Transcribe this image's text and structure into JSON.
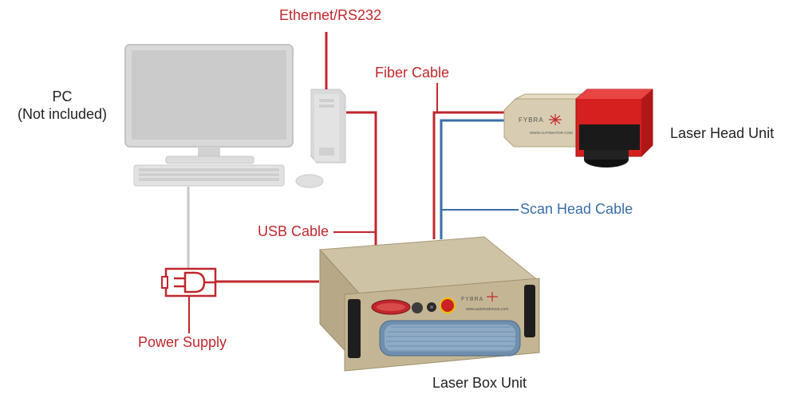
{
  "labels": {
    "pc_line1": "PC",
    "pc_line2": "(Not included)",
    "ethernet": "Ethernet/RS232",
    "fiber": "Fiber Cable",
    "usb": "USB Cable",
    "scan": "Scan Head Cable",
    "laser_head": "Laser Head Unit",
    "power": "Power Supply",
    "laser_box": "Laser Box Unit"
  },
  "logos": {
    "head_brand": "FYBRA",
    "head_url": "WWW.AUTOMATOR.COM",
    "box_brand": "FYBRA",
    "box_url": "www.automatorusa.com"
  },
  "colors": {
    "cable_red": "#c0272d",
    "cable_blue": "#3a6ea8",
    "pc_gray": "#c8c8c8",
    "box_beige": "#c9bb9c",
    "head_red": "#d61f1f"
  }
}
